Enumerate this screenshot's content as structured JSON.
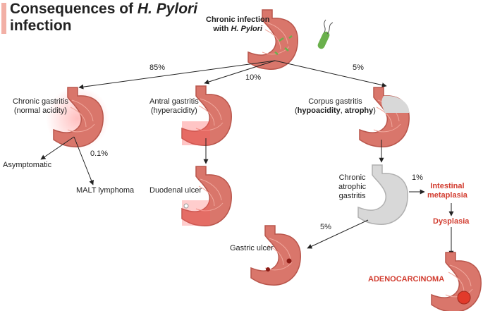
{
  "title": {
    "line1_plain": "Consequences of ",
    "line1_italic": "H. Pylori",
    "line2": "infection"
  },
  "root": {
    "line1": "Chronic infection",
    "line2_plain": "with ",
    "line2_italic": "H. Pylori"
  },
  "branches": {
    "p85": "85%",
    "p10": "10%",
    "p5_top": "5%",
    "p01": "0.1%",
    "p1": "1%",
    "p5_bottom": "5%"
  },
  "nodes": {
    "chronic_gastritis": {
      "line1": "Chronic gastritis",
      "line2": "(normal acidity)"
    },
    "antral_gastritis": {
      "line1": "Antral gastritis",
      "line2": "(hyperacidity)"
    },
    "corpus_gastritis": {
      "line1": "Corpus gastritis",
      "line2_a": "hypoacidity",
      "line2_sep": ", ",
      "line2_b": "atrophy"
    },
    "asymptomatic": "Asymptomatic",
    "malt": "MALT lymphoma",
    "duodenal_ulcer": "Duodenal ulcer",
    "chronic_atrophic": {
      "line1": "Chronic",
      "line2": "atrophic",
      "line3": "gastritis"
    },
    "intestinal_metaplasia": {
      "line1": "Intestinal",
      "line2": "metaplasia"
    },
    "dysplasia": "Dysplasia",
    "gastric_ulcer": "Gastric ulcer",
    "adenocarcinoma": "ADENOCARCINOMA"
  },
  "colors": {
    "accent_red": "#d23c2f",
    "stomach": "#d9766b",
    "stomach_light": "#f0a79c",
    "atrophic_gray": "#d8d8d8"
  },
  "icons": [
    "stomach-icon",
    "bacteria-icon",
    "arrow-icon"
  ]
}
